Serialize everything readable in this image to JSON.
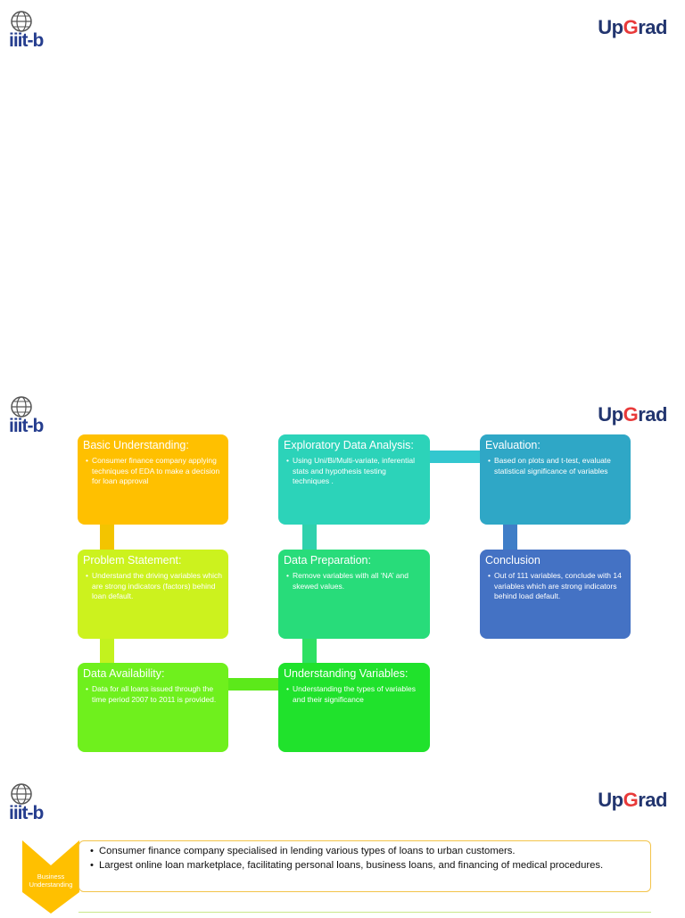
{
  "logos": {
    "iiitb_text": "iiit-b",
    "upgrad_prefix": "Up",
    "upgrad_g": "G",
    "upgrad_suffix": "rad"
  },
  "colors": {
    "basic": "#ffc000",
    "problem": "#ccf21e",
    "availability": "#6ff01d",
    "eda": "#2cd3b9",
    "preparation": "#28dc7a",
    "variables": "#20e22c",
    "evaluation": "#2fa7c6",
    "conclusion": "#4472c4",
    "connector_left": "#f3c400",
    "connector_left2": "#c3f21e",
    "connector_mid": "#2fd1ad",
    "connector_mid2": "#2ee063",
    "connector_h1": "#33c7cf",
    "connector_h2": "#5ce91a",
    "connector_right": "#3f7ec7"
  },
  "flow": {
    "basic": {
      "title": "Basic Understanding:",
      "bullets": [
        "Consumer finance company applying techniques of EDA to make a decision for loan approval"
      ]
    },
    "problem": {
      "title": "Problem Statement:",
      "bullets": [
        "Understand the driving variables which are strong indicators (factors) behind loan default."
      ]
    },
    "availability": {
      "title": "Data Availability:",
      "bullets": [
        "Data for all loans issued through the time period 2007 to 2011 is provided."
      ]
    },
    "eda": {
      "title": "Exploratory Data Analysis:",
      "bullets": [
        "Using Uni/Bi/Multi-variate, inferential stats and hypothesis testing techniques  ."
      ]
    },
    "preparation": {
      "title": "Data Preparation:",
      "bullets": [
        "Remove variables with all  ‘NA’ and skewed values."
      ]
    },
    "variables": {
      "title": "Understanding Variables:",
      "bullets": [
        "Understanding the types of variables and their significance"
      ]
    },
    "evaluation": {
      "title": "Evaluation:",
      "bullets": [
        "Based on plots and t-test, evaluate statistical significance of variables"
      ]
    },
    "conclusion": {
      "title": "Conclusion",
      "bullets": [
        "Out of 111 variables, conclude with 14 variables which are strong indicators behind load default."
      ]
    }
  },
  "business": {
    "label": "Business Understanding",
    "bullets": [
      "Consumer finance company specialised in lending various types of loans to urban customers.",
      "Largest online loan marketplace, facilitating personal loans, business loans, and financing of medical procedures."
    ]
  }
}
